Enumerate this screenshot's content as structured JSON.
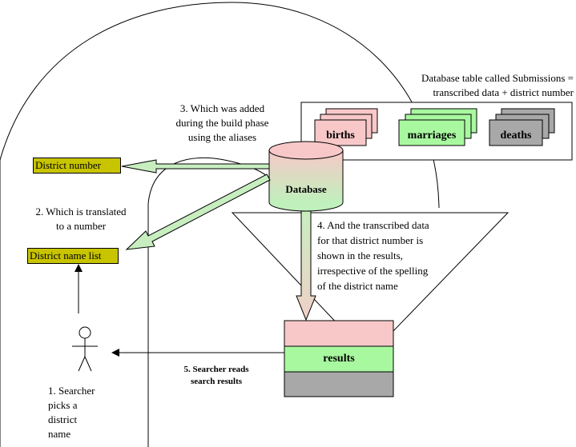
{
  "submissions_caption": [
    "Database table called Submissions =",
    "transcribed data + district number"
  ],
  "tables": {
    "births": "births",
    "marriages": "marriages",
    "deaths": "deaths"
  },
  "database_label": "Database",
  "district_number": "District number",
  "district_name_list": "District name list",
  "step1": [
    "1. Searcher",
    "picks a",
    "district",
    "name"
  ],
  "step2": [
    "2. Which  is translated",
    "to a number"
  ],
  "step3": [
    "3. Which  was added",
    "during the build phase",
    "using the aliases"
  ],
  "step4": [
    "4. And the transcribed data",
    "for that district number is",
    "shown in the results,",
    "irrespective of the spelling",
    "of the district name"
  ],
  "step5": [
    "5. Searcher reads",
    "search results"
  ],
  "results_label": "results",
  "colors": {
    "births": "#f8c8c8",
    "marriages": "#a8f8a0",
    "deaths": "#a8a8a8",
    "olive": "#c8c400",
    "arrow_green": "#c8eec0",
    "db_top": "#f8d0cc",
    "db_bottom": "#c4f0c0"
  }
}
